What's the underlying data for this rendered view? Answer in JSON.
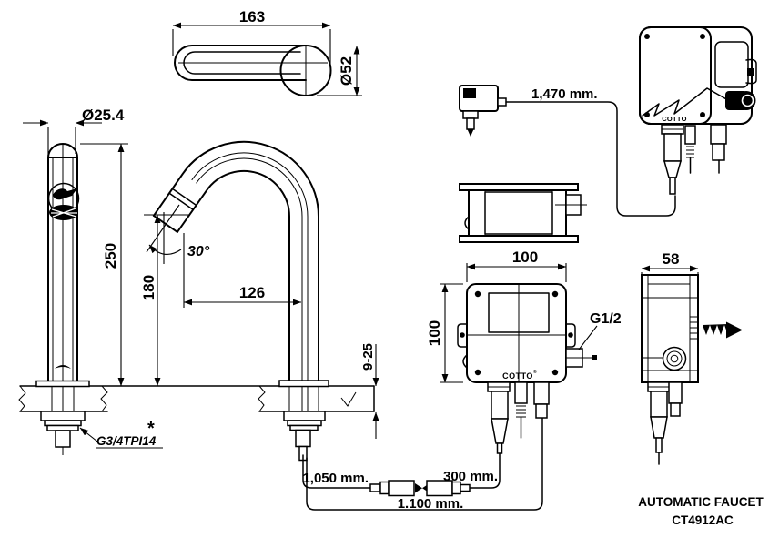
{
  "product": {
    "title": "AUTOMATIC FAUCET",
    "model": "CT4912AC"
  },
  "brand": {
    "name": "COTTO",
    "reg": "®"
  },
  "dims": {
    "spout_length": "163",
    "spout_dia": "Ø52",
    "body_dia": "Ø25.4",
    "body_height": "250",
    "outlet_height": "180",
    "reach": "126",
    "angle": "30°",
    "deck_range": "9-25",
    "box_w": "100",
    "box_h": "100",
    "box_d": "58",
    "outlet_thread": "G1/2",
    "inlet_thread": "G3/4TPI14",
    "note": "*",
    "cable_power": "1,470 mm.",
    "cable_sensor": "1,050 mm.",
    "cable_ext": "300 mm.",
    "cable_total": "1.100 mm."
  }
}
